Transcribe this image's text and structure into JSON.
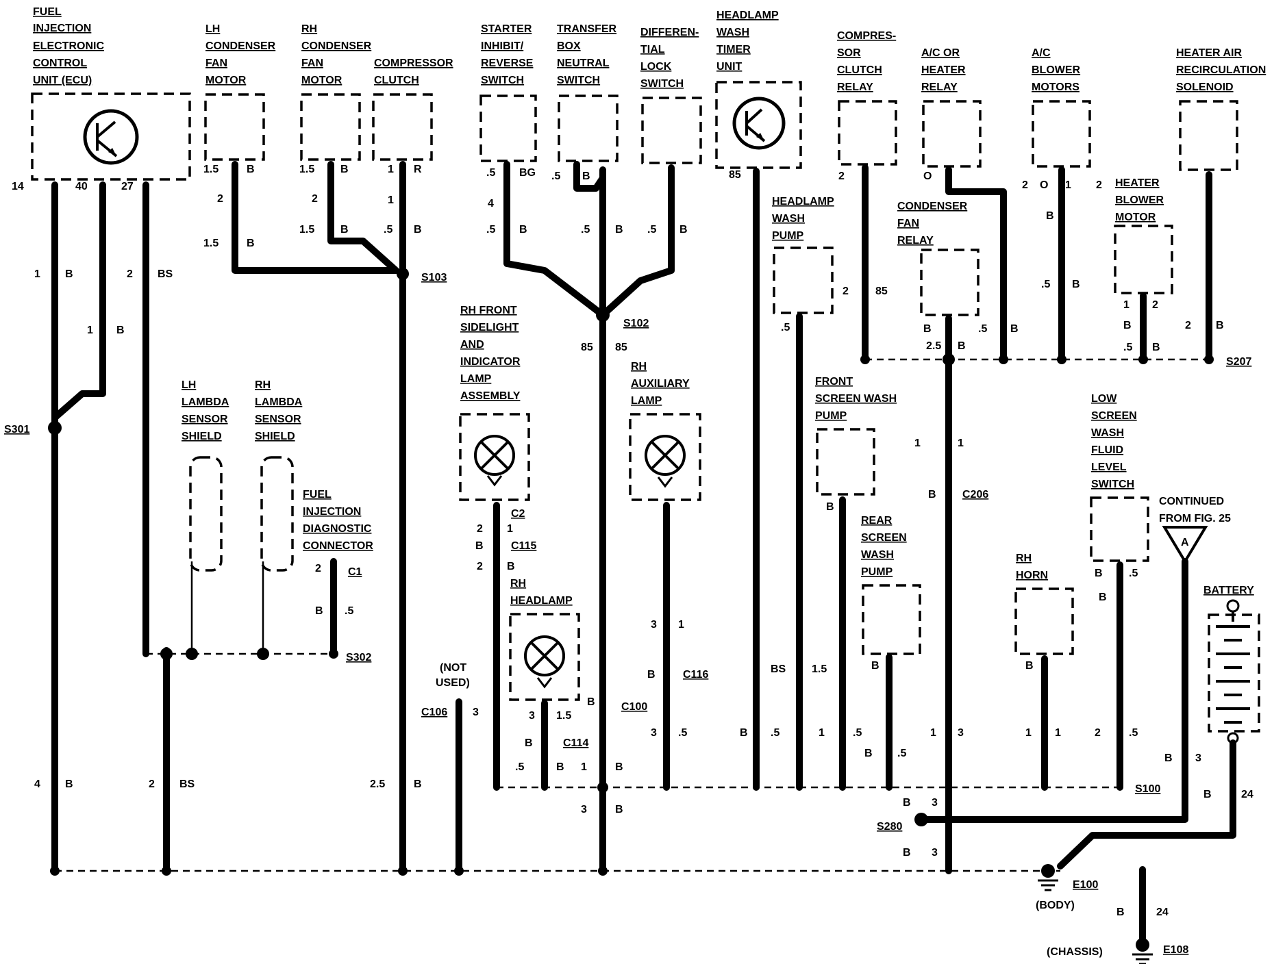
{
  "components": {
    "ecu": [
      "FUEL",
      "INJECTION",
      "ELECTRONIC",
      "CONTROL",
      "UNIT (ECU)"
    ],
    "lh_condenser_fan_motor": [
      "LH",
      "CONDENSER",
      "FAN",
      "MOTOR"
    ],
    "rh_condenser_fan_motor": [
      "RH",
      "CONDENSER",
      "FAN",
      "MOTOR"
    ],
    "compressor_clutch": [
      "COMPRESSOR",
      "CLUTCH"
    ],
    "starter_inhibit_switch": [
      "STARTER",
      "INHIBIT/",
      "REVERSE",
      "SWITCH"
    ],
    "transfer_box_switch": [
      "TRANSFER",
      "BOX",
      "NEUTRAL",
      "SWITCH"
    ],
    "diff_lock_switch": [
      "DIFFEREN-",
      "TIAL",
      "LOCK",
      "SWITCH"
    ],
    "headlamp_wash_timer": [
      "HEADLAMP",
      "WASH",
      "TIMER",
      "UNIT"
    ],
    "compressor_clutch_relay": [
      "COMPRES-",
      "SOR",
      "CLUTCH",
      "RELAY"
    ],
    "ac_heater_relay": [
      "A/C OR",
      "HEATER",
      "RELAY"
    ],
    "ac_blower_motors": [
      "A/C",
      "BLOWER",
      "MOTORS"
    ],
    "heater_air_recirc": [
      "HEATER AIR",
      "RECIRCULATION",
      "SOLENOID"
    ],
    "headlamp_wash_pump": [
      "HEADLAMP",
      "WASH",
      "PUMP"
    ],
    "condenser_fan_relay": [
      "CONDENSER",
      "FAN",
      "RELAY"
    ],
    "heater_blower_motor": [
      "HEATER",
      "BLOWER",
      "MOTOR"
    ],
    "rh_front_sidelight": [
      "RH FRONT",
      "SIDELIGHT",
      "AND",
      "INDICATOR",
      "LAMP",
      "ASSEMBLY"
    ],
    "rh_auxiliary_lamp": [
      "RH",
      "AUXILIARY",
      "LAMP"
    ],
    "lh_lambda": [
      "LH",
      "LAMBDA",
      "SENSOR",
      "SHIELD"
    ],
    "rh_lambda": [
      "RH",
      "LAMBDA",
      "SENSOR",
      "SHIELD"
    ],
    "fuel_diag_connector": [
      "FUEL",
      "INJECTION",
      "DIAGNOSTIC",
      "CONNECTOR"
    ],
    "front_screen_wash_pump": [
      "FRONT",
      "SCREEN WASH",
      "PUMP"
    ],
    "rear_screen_wash_pump": [
      "REAR",
      "SCREEN",
      "WASH",
      "PUMP"
    ],
    "rh_horn": [
      "RH",
      "HORN"
    ],
    "low_screen_wash_switch": [
      "LOW",
      "SCREEN",
      "WASH",
      "FLUID",
      "LEVEL",
      "SWITCH"
    ],
    "continued": [
      "CONTINUED",
      "FROM FIG. 25"
    ],
    "battery": [
      "BATTERY"
    ],
    "rh_headlamp": [
      "RH",
      "HEADLAMP"
    ],
    "not_used": [
      "(NOT",
      "USED)"
    ]
  },
  "splices": {
    "s103": "S103",
    "s102": "S102",
    "s301": "S301",
    "s302": "S302",
    "s207": "S207",
    "s100": "S100",
    "s280": "S280"
  },
  "connectors": {
    "c2": "C2",
    "c115": "C115",
    "c1": "C1",
    "c206": "C206",
    "c100": "C100",
    "c114": "C114",
    "c116": "C116",
    "c106": "C106"
  },
  "grounds": {
    "e100": "E100",
    "body": "(BODY)",
    "e108": "E108",
    "chassis": "(CHASSIS)"
  },
  "connector_symbol": "A",
  "wire_labels": [
    "14",
    "40",
    "27",
    "1",
    "B",
    "2",
    "BS",
    "1",
    "B",
    "4",
    "B",
    "2",
    "BS",
    "1.5",
    "B",
    "2",
    "1.5",
    "B",
    "1.5",
    "B",
    "2",
    "1.5",
    "B",
    "1",
    "R",
    "1",
    ".5",
    "B",
    "2.5",
    "B",
    ".5",
    "BG",
    "4",
    ".5",
    "B",
    ".5",
    "B",
    ".5",
    "B",
    ".5",
    "B",
    "85",
    "85",
    "85",
    "2",
    "O",
    "2",
    "O",
    "1",
    "2",
    "B",
    ".5",
    "B",
    "2",
    "B",
    "1",
    "2",
    "B",
    ".5",
    "B",
    "2",
    "85",
    ".5",
    "B",
    ".5",
    "B",
    "2.5",
    "B",
    "1",
    "1",
    "B",
    "2",
    "1",
    "B",
    "2",
    "B",
    "3",
    "1.5",
    "B",
    ".5",
    "B",
    "1",
    "B",
    "3",
    "1",
    "B",
    "3",
    ".5",
    "B",
    "3",
    "B",
    "2",
    "3",
    "B",
    ".5",
    "BS",
    "1.5",
    "B",
    ".5",
    "B",
    "1",
    ".5",
    "B",
    ".5",
    "B",
    "1",
    "3",
    "B",
    "1",
    "1",
    "B",
    ".5",
    "B",
    "2",
    ".5",
    "B",
    "3",
    "B",
    "24",
    "B",
    "3",
    "B",
    "3",
    "B",
    "24",
    "B"
  ]
}
